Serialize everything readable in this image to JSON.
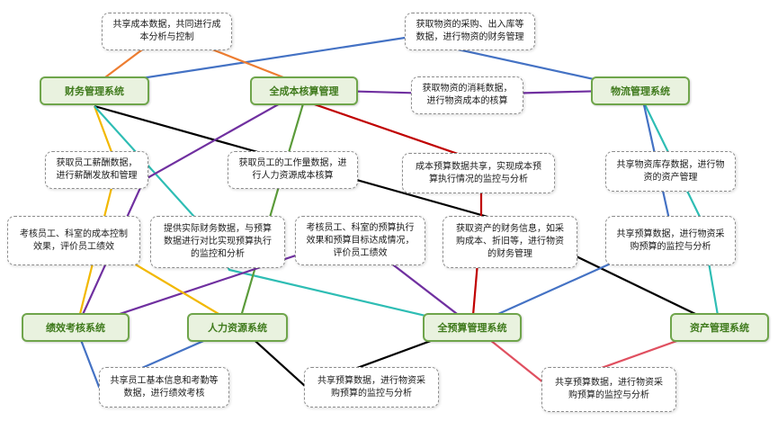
{
  "colors": {
    "node_fill": "#e9f2df",
    "node_border": "#6fa54b",
    "node_text": "#3f7a1c",
    "edge_blue": "#4472c4",
    "edge_orange": "#ed7d31",
    "edge_purple": "#7030a0",
    "edge_black": "#000000",
    "edge_red": "#c00000",
    "edge_teal": "#2ebdb4",
    "edge_yellow": "#f2b800",
    "edge_green": "#5b9b3a",
    "edge_rose": "#e05060"
  },
  "systems": {
    "finance": "财务管理系统",
    "cost": "全成本核算管理",
    "logistics": "物流管理系统",
    "performance": "绩效考核系统",
    "hr": "人力资源系统",
    "budget": "全预算管理系统",
    "asset": "资产管理系统"
  },
  "notes": {
    "n1": "共享成本数据，共同进行成\n本分析与控制",
    "n2": "获取物资的采购、出入库等\n数据，进行物资的财务管理",
    "n3": "获取物资的消耗数据，\n进行物资成本的核算",
    "n4": "获取员工薪酬数据，\n进行薪酬发放和管理",
    "n5": "获取员工的工作量数据，进\n行人力资源成本核算",
    "n6": "成本预算数据共享，实现成本预\n算执行情况的监控与分析",
    "n7": "共享物资库存数据，进行物\n资的资产管理",
    "n8": "考核员工、科室的成本控制\n效果，评价员工绩效",
    "n9": "提供实际财务数据，与预算\n数据进行对比实现预算执行\n的监控和分析",
    "n10": "考核员工、科室的预算执行\n效果和预算目标达成情况，\n评价员工绩效",
    "n11": "获取资产的财务信息，如采\n购成本、折旧等，进行物资\n的财务管理",
    "n12": "共享预算数据，进行物资采\n购预算的监控与分析",
    "n13": "共享员工基本信息和考勤等\n数据，进行绩效考核",
    "n14": "共享预算数据，进行物资采\n购预算的监控与分析",
    "n15": "共享预算数据，进行物资采\n购预算的监控与分析"
  }
}
